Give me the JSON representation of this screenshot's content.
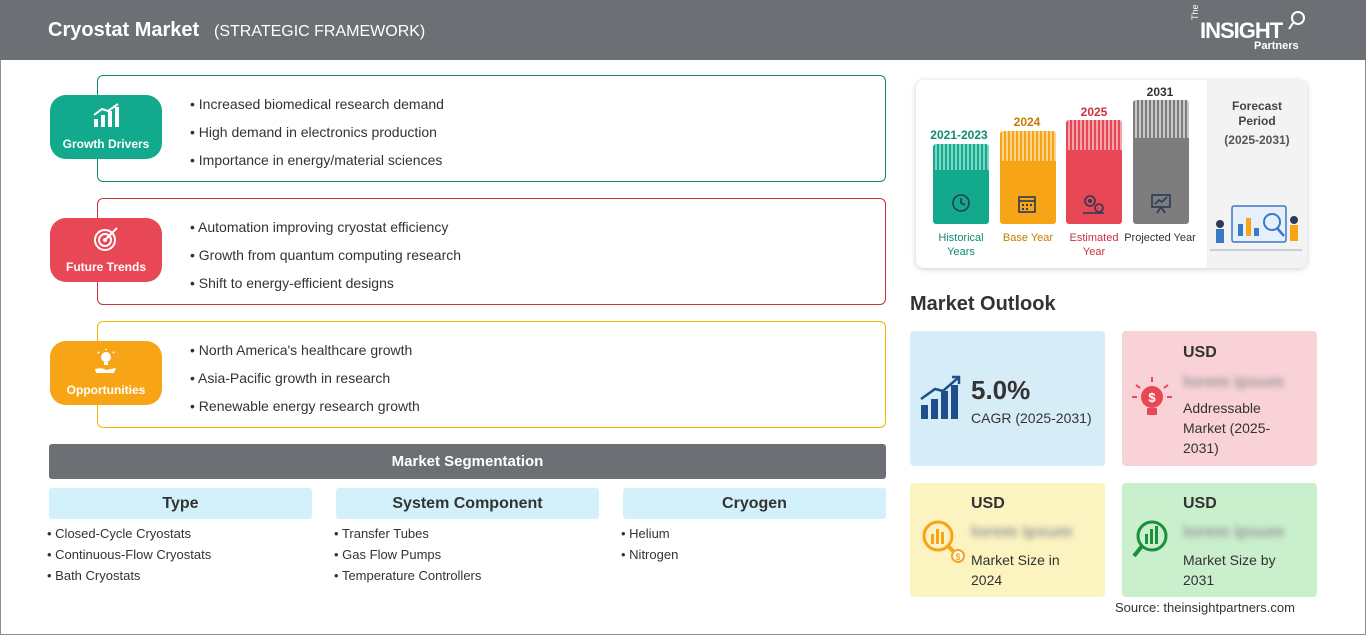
{
  "header": {
    "title": "Cryostat Market",
    "subtitle": "(STRATEGIC FRAMEWORK)",
    "logo": {
      "the": "The",
      "insight": "INSIGHT",
      "partners": "Partners"
    }
  },
  "strategy": {
    "growth_drivers": {
      "label": "Growth Drivers",
      "color": "#13a98d",
      "items": [
        "Increased biomedical research demand",
        "High demand in electronics production",
        "Importance in energy/material sciences"
      ]
    },
    "future_trends": {
      "label": "Future Trends",
      "color": "#e84855",
      "items": [
        "Automation improving cryostat efficiency",
        "Growth from quantum computing research",
        "Shift to energy-efficient designs"
      ]
    },
    "opportunities": {
      "label": "Opportunities",
      "color": "#f7a416",
      "items": [
        "North America's healthcare growth",
        "Asia-Pacific growth in research",
        "Renewable energy research growth"
      ]
    }
  },
  "segmentation": {
    "title": "Market Segmentation",
    "columns": [
      {
        "header": "Type",
        "items": [
          "Closed-Cycle Cryostats",
          "Continuous-Flow Cryostats",
          "Bath Cryostats"
        ]
      },
      {
        "header": "System Component",
        "items": [
          "Transfer Tubes",
          "Gas Flow Pumps",
          "Temperature Controllers"
        ]
      },
      {
        "header": "Cryogen",
        "items": [
          "Helium",
          "Nitrogen"
        ]
      }
    ]
  },
  "timeline": {
    "historical": {
      "year": "2021-2023",
      "label": "Historical Years",
      "color": "#13a98d"
    },
    "base": {
      "year": "2024",
      "label": "Base Year",
      "color": "#f7a416"
    },
    "estimated": {
      "year": "2025",
      "label": "Estimated Year",
      "color": "#e84855"
    },
    "projected": {
      "year": "2031",
      "label": "Projected Year",
      "color": "#7d7d7d"
    },
    "forecast_title": "Forecast Period",
    "forecast_range": "(2025-2031)"
  },
  "outlook": {
    "title": "Market Outlook",
    "cagr": {
      "value": "5.0%",
      "label": "CAGR (2025-2031)",
      "color": "#d6ecf7"
    },
    "addressable": {
      "currency": "USD",
      "value": "lorem ipsum",
      "label": "Addressable Market (2025-2031)",
      "color": "#f9d2d8"
    },
    "size_2024": {
      "currency": "USD",
      "value": "lorem ipsum",
      "label": "Market Size in 2024",
      "color": "#fbf3c0"
    },
    "size_2031": {
      "currency": "USD",
      "value": "lorem ipsum",
      "label": "Market Size by 2031",
      "color": "#c9efcc"
    }
  },
  "source": "Source: theinsightpartners.com"
}
